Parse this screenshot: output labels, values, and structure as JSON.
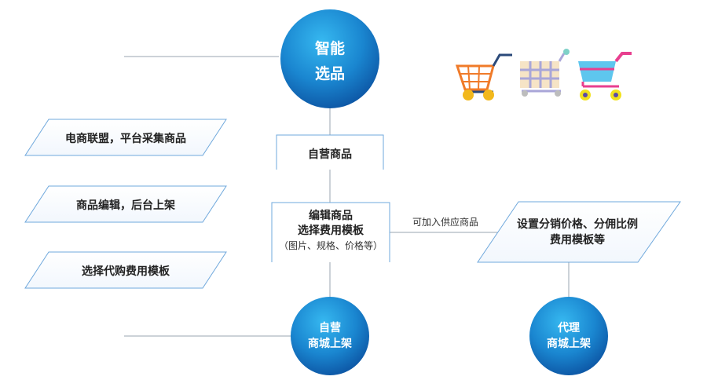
{
  "top_circle": {
    "line1": "智能",
    "line2": "选品"
  },
  "left_boxes": {
    "box1": "电商联盟，平台采集商品",
    "box2": "商品编辑，后台上架",
    "box3": "选择代购费用模板"
  },
  "center_boxes": {
    "self_goods": "自营商品",
    "edit_line1": "编辑商品",
    "edit_line2": "选择费用模板",
    "edit_line3": "（图片、规格、价格等）"
  },
  "connector_label": "可加入供应商品",
  "right_box": {
    "line1": "设置分销价格、分佣比例",
    "line2": "费用模板等"
  },
  "bottom_left_circle": {
    "line1": "自营",
    "line2": "商城上架"
  },
  "bottom_right_circle": {
    "line1": "代理",
    "line2": "商城上架"
  },
  "colors": {
    "circle_light": "#29a8e6",
    "circle_dark": "#0b4f9e",
    "line": "#9aa4b0",
    "box_border": "#6fa8dc"
  },
  "icons": [
    "orange-cart-icon",
    "pastel-cart-icon",
    "colorful-cart-icon"
  ]
}
